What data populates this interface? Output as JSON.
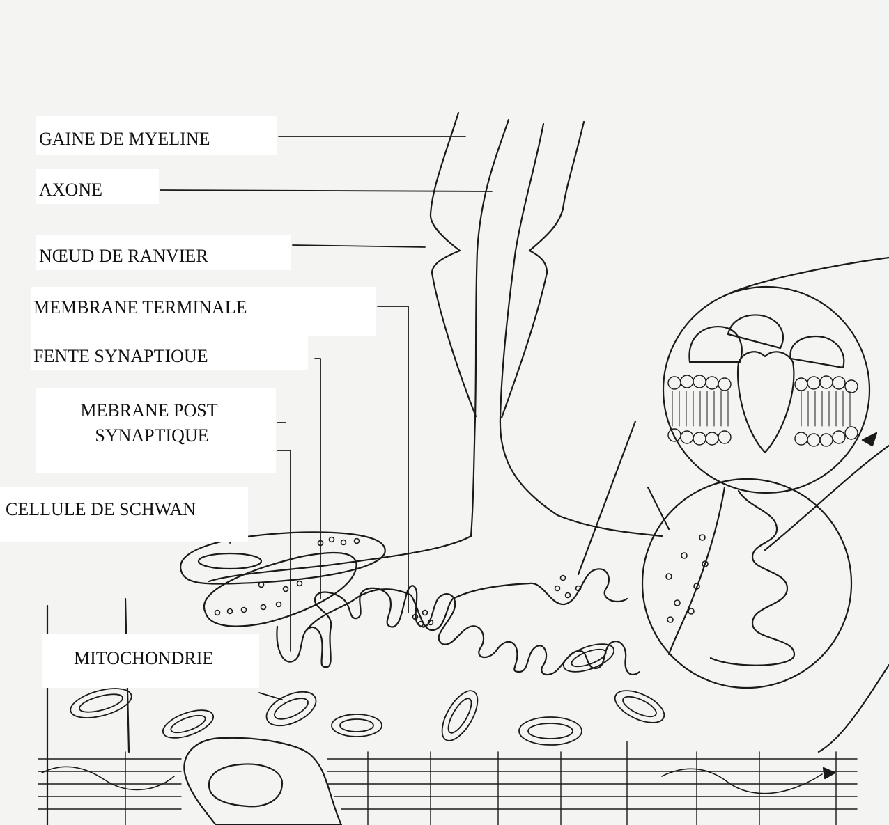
{
  "diagram": {
    "labels": {
      "myelin_sheath": "GAINE DE MYELINE",
      "axon": "AXONE",
      "node_of_ranvier": "NŒUD DE RANVIER",
      "terminal_membrane": "MEMBRANE TERMINALE",
      "synaptic_cleft": "FENTE SYNAPTIOUE",
      "postsynaptic_membrane_line1": "MEBRANE POST",
      "postsynaptic_membrane_line2": "SYNAPTIQUE",
      "schwann_cell": "CELLULE DE SCHWAN",
      "mitochondria": "MITOCHONDRIE"
    },
    "colors": {
      "ink": "#1a1a1a",
      "paper": "#ffffff",
      "paper_tint": "#f4f4f2"
    }
  }
}
